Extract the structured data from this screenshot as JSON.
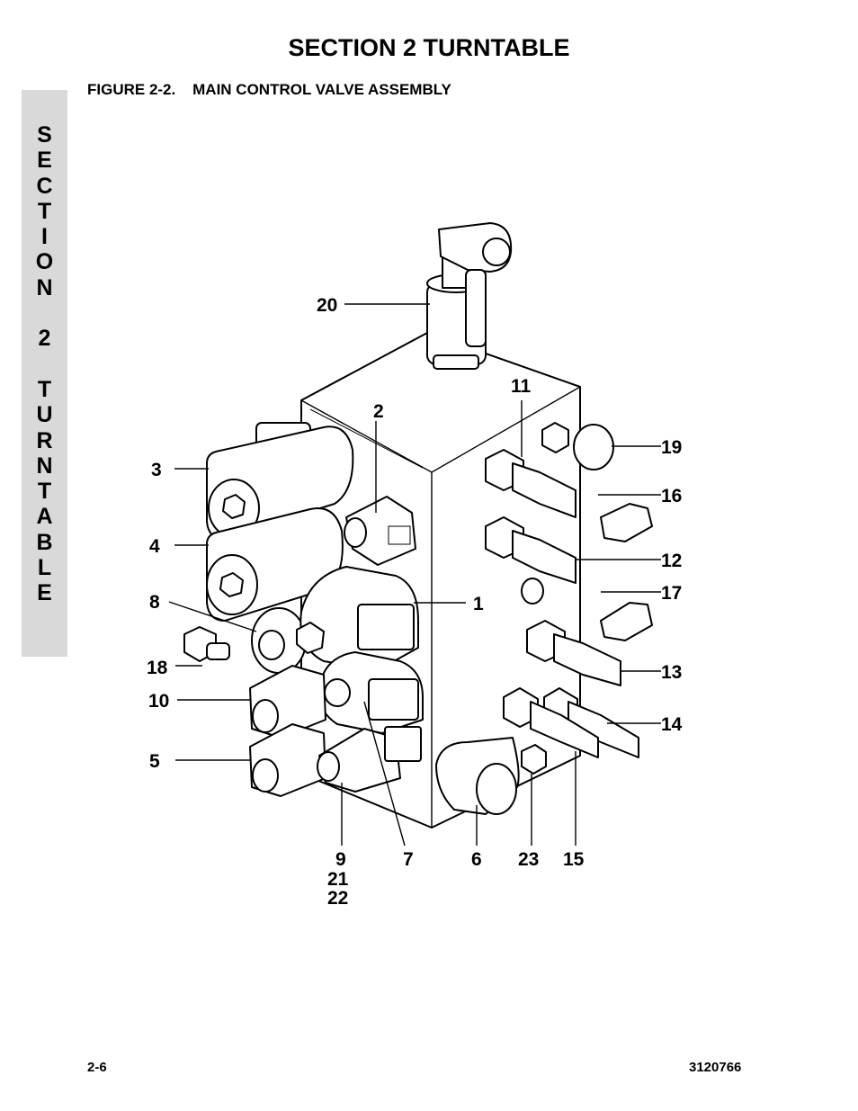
{
  "header": {
    "section_title": "SECTION 2  TURNTABLE",
    "figure_title": "FIGURE 2-2.    MAIN CONTROL VALVE ASSEMBLY"
  },
  "side_tab": {
    "letters": [
      "S",
      "E",
      "C",
      "T",
      "I",
      "O",
      "N",
      "",
      "2",
      "",
      "T",
      "U",
      "R",
      "N",
      "T",
      "A",
      "B",
      "L",
      "E"
    ]
  },
  "callouts": {
    "c1": "1",
    "c2": "2",
    "c3": "3",
    "c4": "4",
    "c5": "5",
    "c6": "6",
    "c7": "7",
    "c8": "8",
    "c9": "9",
    "c10": "10",
    "c11": "11",
    "c12": "12",
    "c13": "13",
    "c14": "14",
    "c15": "15",
    "c16": "16",
    "c17": "17",
    "c18": "18",
    "c19": "19",
    "c20": "20",
    "c21": "21",
    "c22": "22",
    "c23": "23"
  },
  "footer": {
    "page_number": "2-6",
    "doc_number": "3120766"
  }
}
